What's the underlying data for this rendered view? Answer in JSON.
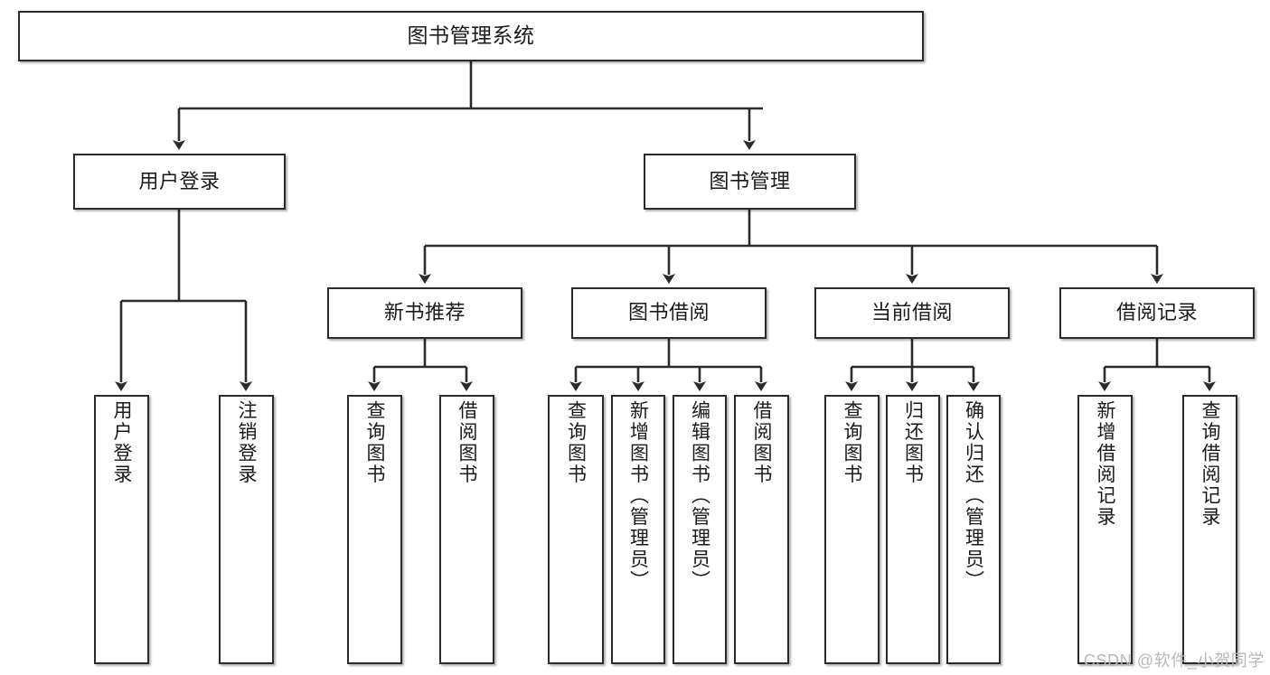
{
  "diagram": {
    "title": "图书管理系统",
    "type": "function-structure-tree",
    "colors": {
      "box_border": "#2b2b2b",
      "box_fill": "#ffffff",
      "line": "#2b2b2b",
      "text": "#1a1a1a",
      "watermark": "#b8b8b8",
      "canvas": "#ffffff"
    },
    "root": {
      "label": "图书管理系统"
    },
    "level2": [
      {
        "label": "用户登录"
      },
      {
        "label": "图书管理"
      }
    ],
    "level3": [
      {
        "label": "新书推荐"
      },
      {
        "label": "图书借阅"
      },
      {
        "label": "当前借阅"
      },
      {
        "label": "借阅记录"
      }
    ],
    "leaves": {
      "user_login": [
        {
          "label": "用户登录"
        },
        {
          "label": "注销登录"
        }
      ],
      "new_book": [
        {
          "label": "查询图书"
        },
        {
          "label": "借阅图书"
        }
      ],
      "book_borrow": [
        {
          "label": "查询图书"
        },
        {
          "label": "新增图书（管理员）"
        },
        {
          "label": "编辑图书（管理员）"
        },
        {
          "label": "借阅图书"
        }
      ],
      "current_borrow": [
        {
          "label": "查询图书"
        },
        {
          "label": "归还图书"
        },
        {
          "label": "确认归还（管理员）"
        }
      ],
      "borrow_record": [
        {
          "label": "新增借阅记录"
        },
        {
          "label": "查询借阅记录"
        }
      ]
    },
    "watermark": "CSDN @软件_小贺同学"
  }
}
